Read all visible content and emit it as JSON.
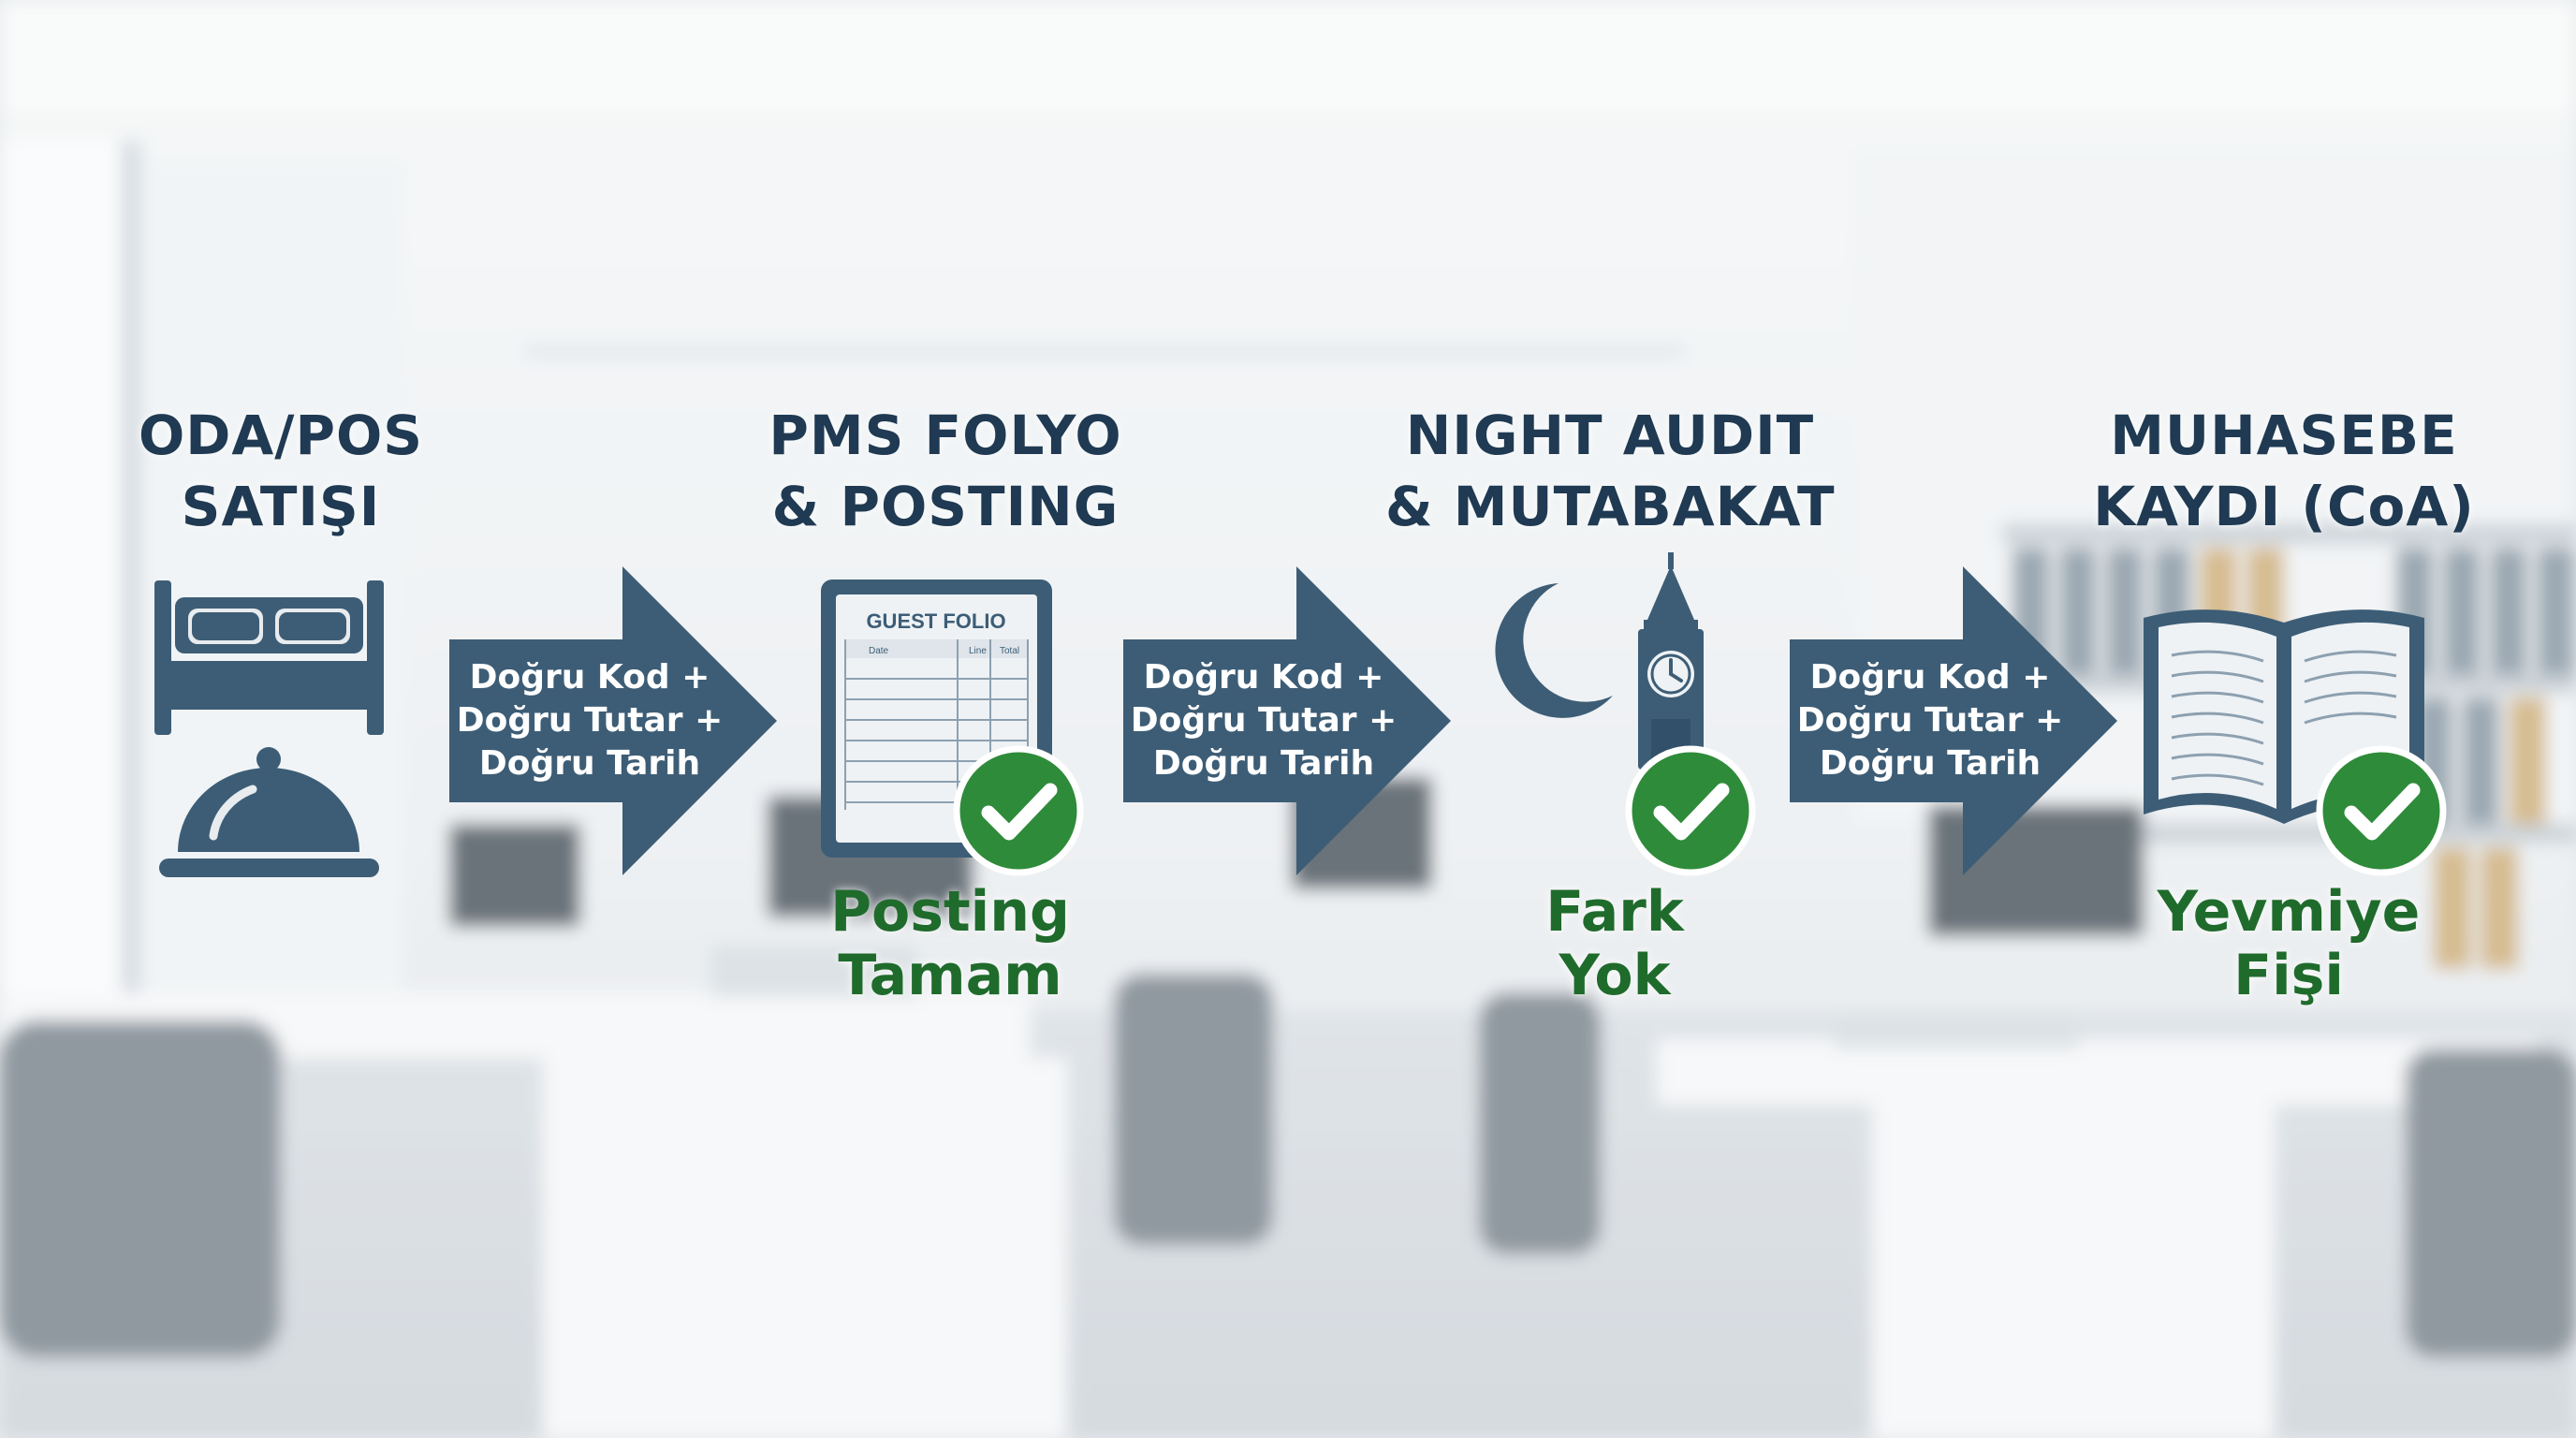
{
  "steps": [
    {
      "title_line1": "ODA/POS",
      "title_line2": "SATIŞI",
      "icon": "bed-and-cloche-icon",
      "status_line1": "",
      "status_line2": ""
    },
    {
      "title_line1": "PMS FOLYO",
      "title_line2": "& POSTING",
      "icon": "guest-folio-icon",
      "folio_header": "GUEST FOLIO",
      "folio_col1": "Date",
      "folio_col2": "Line",
      "folio_col3": "Total",
      "status_line1": "Posting",
      "status_line2": "Tamam"
    },
    {
      "title_line1": "NIGHT AUDIT",
      "title_line2": "& MUTABAKAT",
      "icon": "moon-clock-tower-icon",
      "status_line1": "Fark",
      "status_line2": "Yok"
    },
    {
      "title_line1": "MUHASEBE",
      "title_line2": "KAYDI (CoA)",
      "icon": "open-ledger-icon",
      "status_line1": "Yevmiye",
      "status_line2": "Fişi"
    }
  ],
  "arrows": [
    {
      "line1": "Doğru Kod +",
      "line2": "Doğru Tutar +",
      "line3": "Doğru Tarih"
    },
    {
      "line1": "Doğru Kod +",
      "line2": "Doğru Tutar +",
      "line3": "Doğru Tarih"
    },
    {
      "line1": "Doğru Kod +",
      "line2": "Doğru Tutar +",
      "line3": "Doğru Tarih"
    }
  ],
  "colors": {
    "primary": "#3d5d76",
    "title": "#1f3a52",
    "success": "#2e8b3a",
    "status_text": "#1f6b2c"
  }
}
